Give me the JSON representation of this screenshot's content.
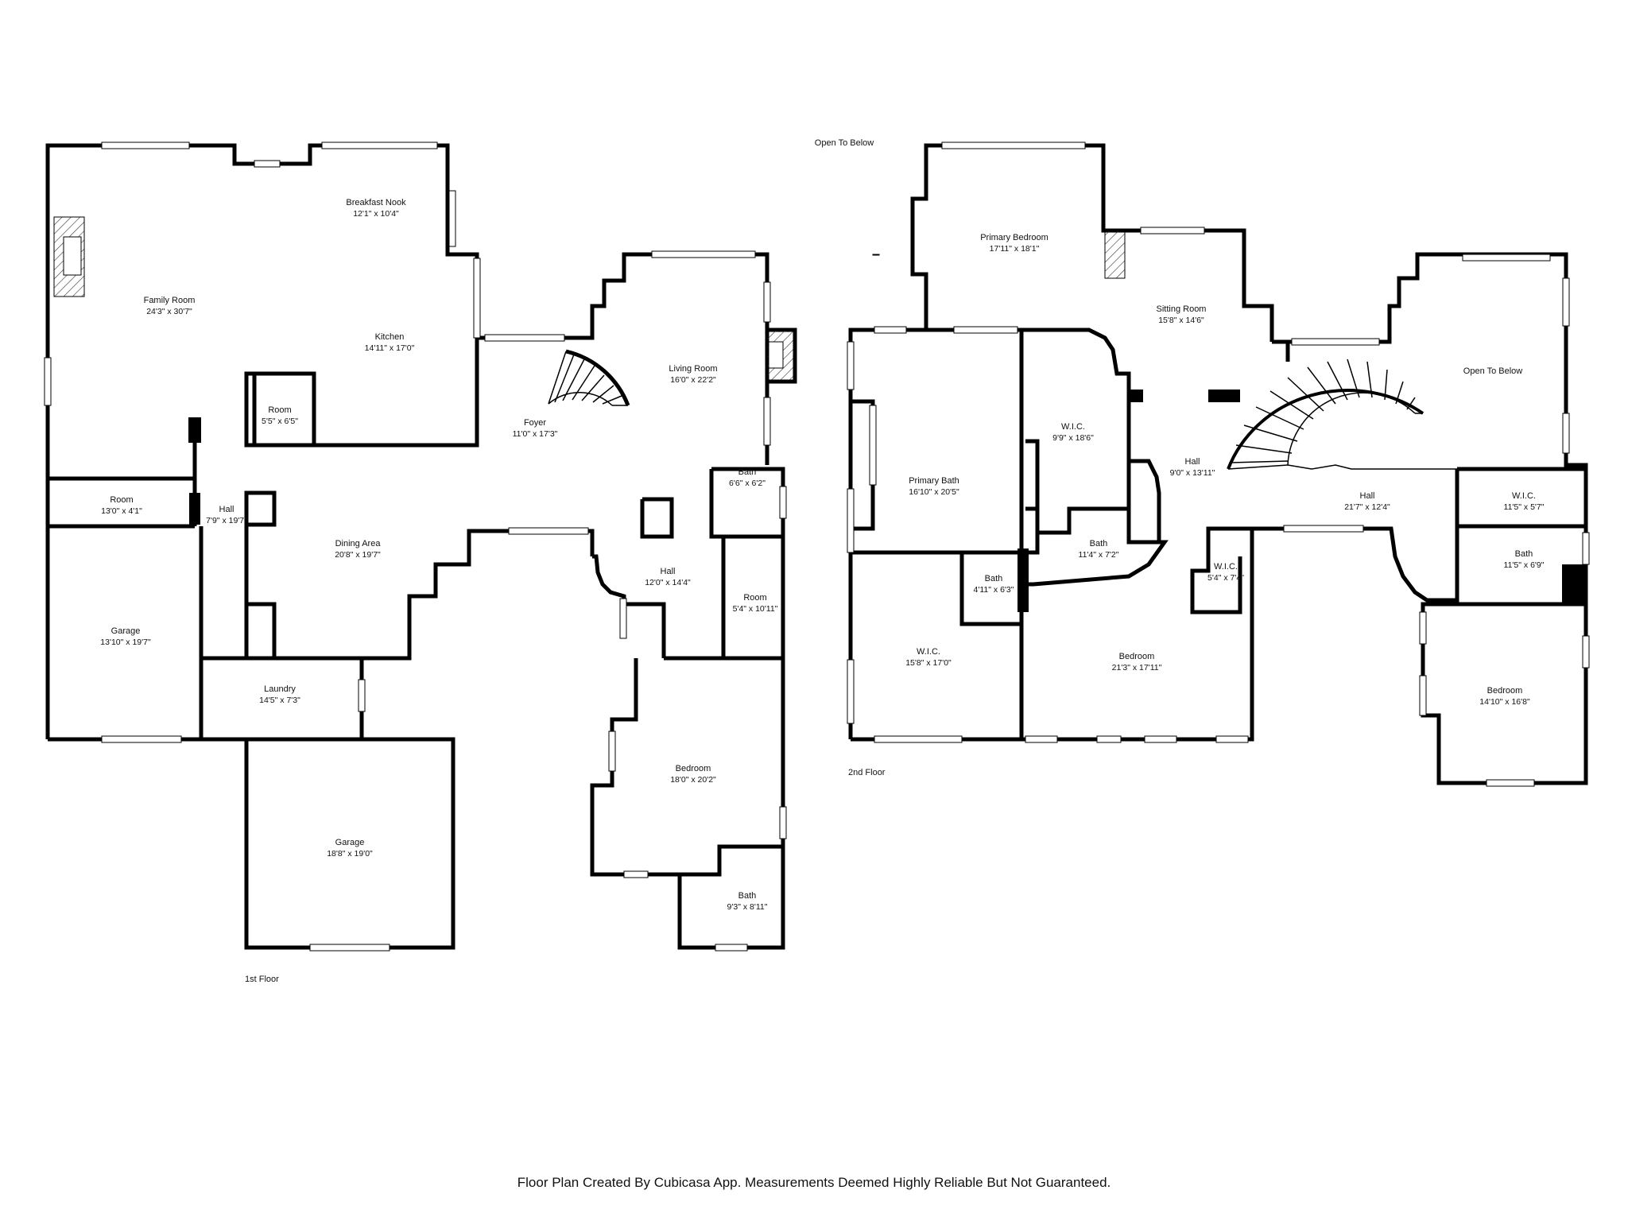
{
  "floors": [
    {
      "label": "1st Floor",
      "rooms": [
        {
          "id": "family-room",
          "name": "Family Room",
          "dims": "24'3\" x 30'7\""
        },
        {
          "id": "breakfast-nook",
          "name": "Breakfast Nook",
          "dims": "12'1\" x 10'4\""
        },
        {
          "id": "kitchen",
          "name": "Kitchen",
          "dims": "14'11\" x 17'0\""
        },
        {
          "id": "room-small",
          "name": "Room",
          "dims": "5'5\" x 6'5\""
        },
        {
          "id": "room-narrow",
          "name": "Room",
          "dims": "13'0\" x 4'1\""
        },
        {
          "id": "garage-left",
          "name": "Garage",
          "dims": "13'10\" x 19'7\""
        },
        {
          "id": "hall-west",
          "name": "Hall",
          "dims": "7'9\" x 19'7\""
        },
        {
          "id": "dining-area",
          "name": "Dining Area",
          "dims": "20'8\" x 19'7\""
        },
        {
          "id": "foyer",
          "name": "Foyer",
          "dims": "11'0\" x 17'3\""
        },
        {
          "id": "living-room",
          "name": "Living Room",
          "dims": "16'0\" x 22'2\""
        },
        {
          "id": "bath-small",
          "name": "Bath",
          "dims": "6'6\" x 6'2\""
        },
        {
          "id": "hall-east",
          "name": "Hall",
          "dims": "12'0\" x 14'4\""
        },
        {
          "id": "room-east",
          "name": "Room",
          "dims": "5'4\" x 10'11\""
        },
        {
          "id": "laundry",
          "name": "Laundry",
          "dims": "14'5\" x 7'3\""
        },
        {
          "id": "garage-main",
          "name": "Garage",
          "dims": "18'8\" x 19'0\""
        },
        {
          "id": "bedroom-1",
          "name": "Bedroom",
          "dims": "18'0\" x 20'2\""
        },
        {
          "id": "bath-1",
          "name": "Bath",
          "dims": "9'3\" x 8'11\""
        }
      ]
    },
    {
      "label": "2nd Floor",
      "rooms": [
        {
          "id": "primary-bedroom",
          "name": "Primary Bedroom",
          "dims": "17'11\" x 18'1\""
        },
        {
          "id": "sitting-room",
          "name": "Sitting Room",
          "dims": "15'8\" x 14'6\""
        },
        {
          "id": "primary-bath",
          "name": "Primary Bath",
          "dims": "16'10\" x 20'5\""
        },
        {
          "id": "wic-1",
          "name": "W.I.C.",
          "dims": "9'9\" x 18'6\""
        },
        {
          "id": "hall-2a",
          "name": "Hall",
          "dims": "9'0\" x 13'11\""
        },
        {
          "id": "hall-2b",
          "name": "Hall",
          "dims": "21'7\" x 12'4\""
        },
        {
          "id": "bath-2a",
          "name": "Bath",
          "dims": "11'4\" x 7'2\""
        },
        {
          "id": "bath-2b",
          "name": "Bath",
          "dims": "4'11\" x 6'3\""
        },
        {
          "id": "wic-2",
          "name": "W.I.C.",
          "dims": "15'8\" x 17'0\""
        },
        {
          "id": "wic-3",
          "name": "W.I.C.",
          "dims": "5'4\" x 7'4\""
        },
        {
          "id": "bedroom-2",
          "name": "Bedroom",
          "dims": "21'3\" x 17'11\""
        },
        {
          "id": "wic-4",
          "name": "W.I.C.",
          "dims": "11'5\" x 5'7\""
        },
        {
          "id": "bath-2c",
          "name": "Bath",
          "dims": "11'5\" x 6'9\""
        },
        {
          "id": "bedroom-3",
          "name": "Bedroom",
          "dims": "14'10\" x 16'8\""
        }
      ],
      "open_to_below": [
        "Open To Below",
        "Open To Below"
      ]
    }
  ],
  "disclaimer": "Floor Plan Created By Cubicasa App. Measurements Deemed Highly Reliable But Not Guaranteed."
}
